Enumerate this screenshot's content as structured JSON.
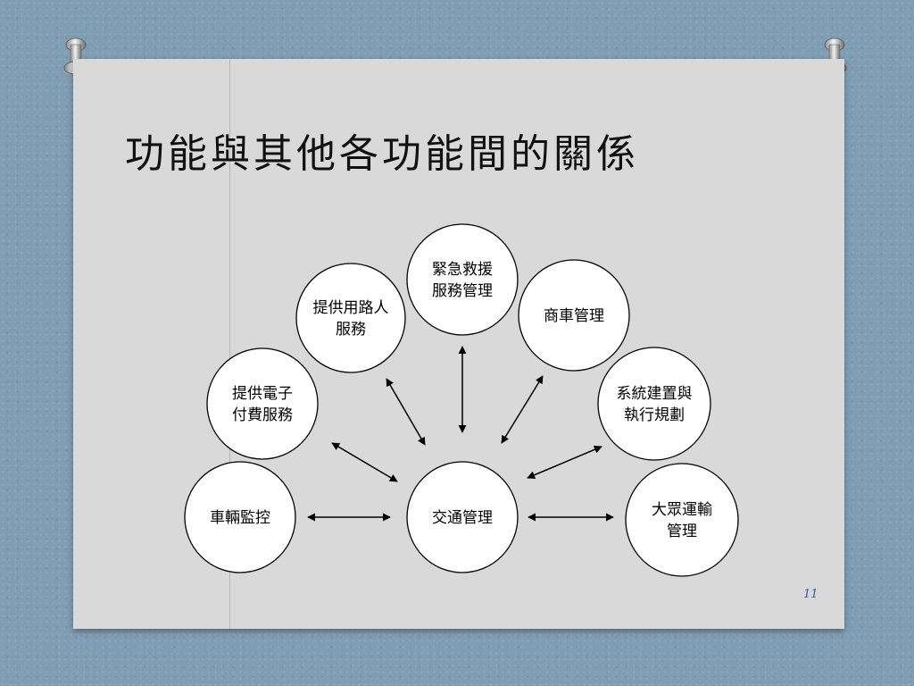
{
  "slide": {
    "title": "功能與其他各功能間的關係",
    "page_number": "11"
  },
  "diagram": {
    "center": {
      "id": "traffic",
      "lines": [
        "交通管理"
      ]
    },
    "nodes": [
      {
        "id": "rescue",
        "lines": [
          "緊急救援",
          "服務管理"
        ]
      },
      {
        "id": "pedestrian",
        "lines": [
          "提供用路人",
          "服務"
        ]
      },
      {
        "id": "commercial",
        "lines": [
          "商車管理"
        ]
      },
      {
        "id": "payment",
        "lines": [
          "提供電子",
          "付費服務"
        ]
      },
      {
        "id": "planning",
        "lines": [
          "系統建置與",
          "執行規劃"
        ]
      },
      {
        "id": "vehicle",
        "lines": [
          "車輛監控"
        ]
      },
      {
        "id": "transit",
        "lines": [
          "大眾運輸",
          "管理"
        ]
      }
    ],
    "links": [
      {
        "from": "traffic",
        "to": "rescue"
      },
      {
        "from": "traffic",
        "to": "pedestrian"
      },
      {
        "from": "traffic",
        "to": "commercial"
      },
      {
        "from": "traffic",
        "to": "payment"
      },
      {
        "from": "traffic",
        "to": "planning"
      },
      {
        "from": "traffic",
        "to": "vehicle"
      },
      {
        "from": "traffic",
        "to": "transit"
      }
    ]
  }
}
